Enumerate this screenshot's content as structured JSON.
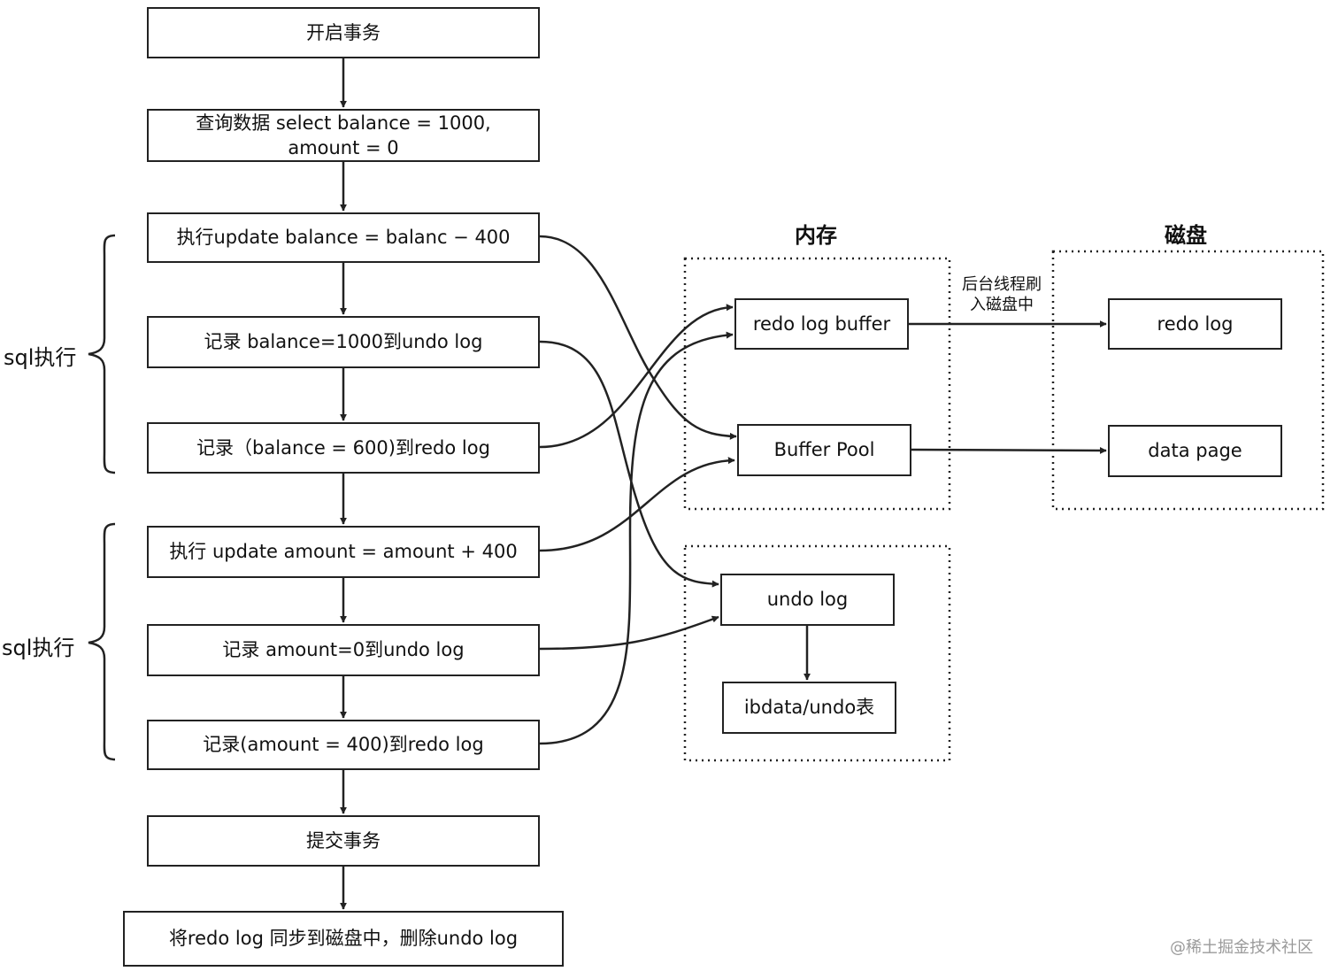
{
  "flow": {
    "start": "开启事务",
    "query": "查询数据 select balance = 1000,\namount = 0",
    "exec1": "执行update balance = balanc − 400",
    "undo1": "记录 balance=1000到undo log",
    "redo1": "记录（balance = 600)到redo log",
    "exec2": "执行 update amount = amount + 400",
    "undo2": "记录 amount=0到undo log",
    "redo2": "记录(amount = 400)到redo log",
    "commit": "提交事务",
    "finish": "将redo log 同步到磁盘中，删除undo log"
  },
  "groups": {
    "sql1": "sql执行",
    "sql2": "sql执行"
  },
  "memory": {
    "title": "内存",
    "redo_buffer": "redo log buffer",
    "buffer_pool": "Buffer Pool",
    "undo_log": "undo log",
    "ibdata": "ibdata/undo表"
  },
  "disk": {
    "title": "磁盘",
    "redo_log": "redo log",
    "data_page": "data page"
  },
  "flush_note": "后台线程刷\n入磁盘中",
  "watermark": "@稀土掘金技术社区",
  "colors": {
    "stroke": "#222222",
    "background": "#ffffff"
  }
}
